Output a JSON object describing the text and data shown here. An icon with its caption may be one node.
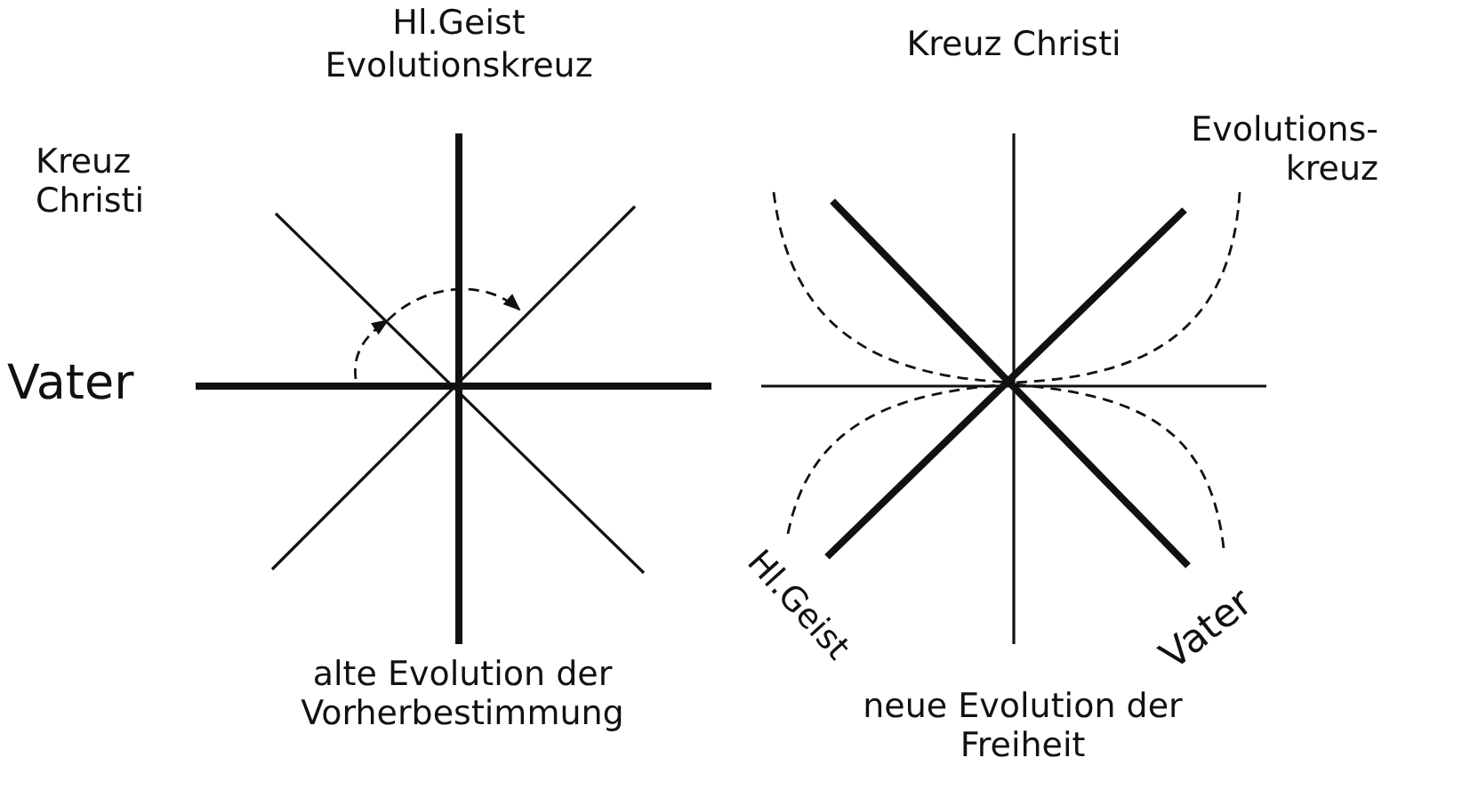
{
  "diagram": {
    "labels": [
      "Hl.Geist",
      "Evolutionskreuz",
      "Kreuz Christi",
      "Kreuz Christi",
      "Evolutions- kreuz",
      "Vater",
      "alte Evolution der Vorherbestimmung",
      "Hl.Geist",
      "Vater",
      "neue Evolution der Freiheit"
    ]
  }
}
